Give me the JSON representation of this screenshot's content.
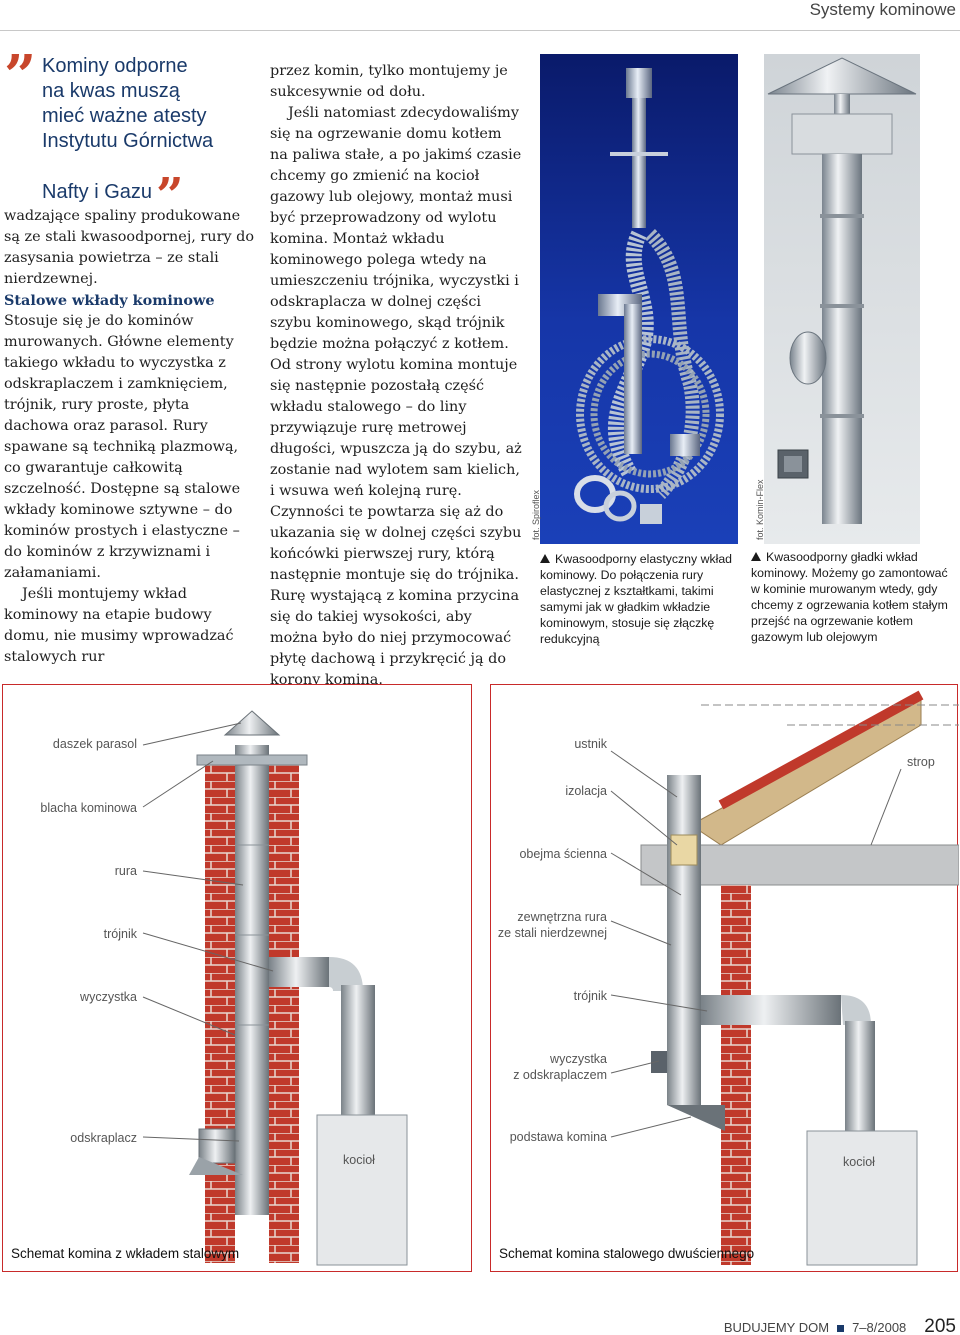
{
  "header": {
    "section": "Systemy kominowe"
  },
  "pull_quote": {
    "lines": [
      "Kominy odporne",
      "na kwas muszą",
      "mieć ważne atesty",
      "Instytutu Górnictwa",
      "Nafty i Gazu"
    ]
  },
  "column1": {
    "p1": "wadzające spaliny produkowane są ze stali kwasoodpornej, rury do zasysania powietrza – ze stali nierdzewnej.",
    "subhead": "Stalowe wkłady kominowe",
    "p2": "Stosuje się je do kominów murowanych. Główne elementy takiego wkładu to wyczystka z odskraplaczem i zamknięciem, trójnik, rury proste, płyta dachowa oraz parasol. Rury spawane są techniką plazmową, co gwarantuje całkowitą szczelność. Dostępne są stalowe wkłady kominowe sztywne – do kominów prostych i elastyczne – do kominów z krzywiznami i załamaniami.",
    "p3": "Jeśli montujemy wkład kominowy na etapie budowy domu, nie musimy wprowadzać stalowych rur"
  },
  "column2": {
    "p1": "przez komin, tylko montujemy je sukcesywnie od dołu.",
    "p2": "Jeśli natomiast zdecydowaliśmy się na ogrzewanie domu kotłem na paliwa stałe, a po jakimś czasie chcemy go zmienić na kocioł gazowy lub olejowy, montaż musi być przeprowadzony od wylotu komina. Montaż wkładu kominowego polega wtedy na umieszczeniu trójnika, wyczystki i odskraplacza w dolnej części szybu kominowego, skąd trójnik będzie można połączyć z kotłem. Od strony wylotu komina montuje się następnie pozostałą część wkładu stalowego – do liny przywiązuje rurę metrowej długości, wpuszcza ją do szybu, aż zostanie nad wylotem sam kielich, i wsuwa weń kolejną rurę. Czynności te powtarza się aż do ukazania się w dolnej części szybu końcówki pierwszej rury, którą następnie montuje się do trójnika. Rurę wystającą z komina przycina się do takiej wysokości, aby można było do niej przymocować płytę dachową i przykręcić ją do korony komina."
  },
  "photos": [
    {
      "credit": "fot. Spiroflex",
      "caption_title": "Kwasoodporny elastyczny wkład kominowy.",
      "caption_body": "Do połączenia rury elastycznej z kształtkami, takimi samymi jak w gładkim wkładzie kominowym, stosuje się złączkę redukcyjną"
    },
    {
      "credit": "fot. Komin-Flex",
      "caption_title": "Kwasoodporny gładki wkład kominowy.",
      "caption_body": "Możemy go zamontować w kominie murowanym wtedy, gdy chcemy z ogrzewania kotłem stałym przejść na ogrzewanie kotłem gazowym lub olejowym"
    }
  ],
  "diagram1": {
    "title": "Schemat komina z wkładem stalowym",
    "labels": {
      "daszek": "daszek parasol",
      "blacha": "blacha kominowa",
      "rura": "rura",
      "trojnik": "trójnik",
      "wyczystka": "wyczystka",
      "odskraplacz": "odskraplacz",
      "kociol": "kocioł"
    }
  },
  "diagram2": {
    "title": "Schemat komina stalowego dwuściennego",
    "labels": {
      "ustnik": "ustnik",
      "strop": "strop",
      "izolacja": "izolacja",
      "obejma": "obejma ścienna",
      "zewn1": "zewnętrzna rura",
      "zewn2": "ze stali nierdzewnej",
      "trojnik": "trójnik",
      "wyczystka1": "wyczystka",
      "wyczystka2": "z odskraplaczem",
      "podstawa": "podstawa komina",
      "kociol": "kocioł"
    }
  },
  "footer": {
    "magazine": "BUDUJEMY DOM",
    "issue": "7–8/2008",
    "page": "205"
  },
  "colors": {
    "accent_red": "#c8462b",
    "navy": "#1a3a6a",
    "frame_red": "#c82a2a",
    "brick": "#c0392b"
  }
}
